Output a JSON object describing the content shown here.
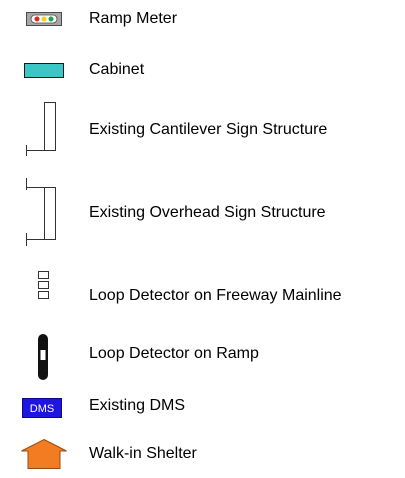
{
  "legend": {
    "items": [
      {
        "symbol": "ramp-meter-icon",
        "label": "Ramp Meter"
      },
      {
        "symbol": "cabinet-icon",
        "label": "Cabinet"
      },
      {
        "symbol": "cantilever-sign-structure-icon",
        "label": "Existing Cantilever Sign Structure"
      },
      {
        "symbol": "overhead-sign-structure-icon",
        "label": "Existing Overhead Sign Structure"
      },
      {
        "symbol": "mainline-loop-detector-icon",
        "label": "Loop Detector on Freeway Mainline"
      },
      {
        "symbol": "ramp-loop-detector-icon",
        "label": "Loop Detector on Ramp"
      },
      {
        "symbol": "dms-icon",
        "label": "Existing DMS",
        "text": "DMS"
      },
      {
        "symbol": "walk-in-shelter-icon",
        "label": "Walk-in Shelter"
      }
    ]
  },
  "colors": {
    "ramp_meter_body": "#a6a6a6",
    "ramp_meter_lights": [
      "#e0271d",
      "#f3d21c",
      "#1fa34a"
    ],
    "cabinet": "#3cc6c6",
    "dms": "#1e16e0",
    "shelter": "#f17c22"
  }
}
